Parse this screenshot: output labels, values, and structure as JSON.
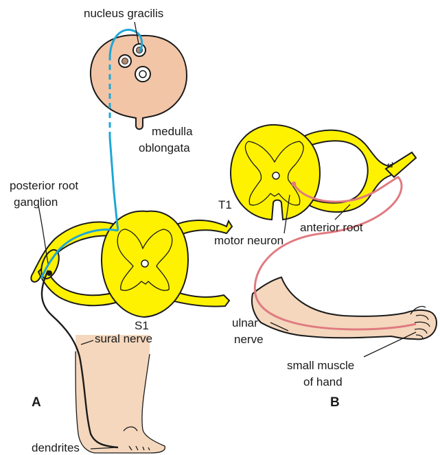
{
  "labels": {
    "nucleus_gracilis": "nucleus gracilis",
    "medulla_line1": "medulla",
    "medulla_line2": "oblongata",
    "posterior_root_line1": "posterior root",
    "posterior_root_line2": "ganglion",
    "s1": "S1",
    "t1": "T1",
    "sural_nerve": "sural nerve",
    "dendrites": "dendrites",
    "anterior_root": "anterior root",
    "motor_neuron": "motor neuron",
    "ulnar_line1": "ulnar",
    "ulnar_line2": "nerve",
    "small_muscle_line1": "small muscle",
    "small_muscle_line2": "of hand",
    "panel_a": "A",
    "panel_b": "B",
    "signature": "td"
  },
  "colors": {
    "white_matter": "#fff200",
    "gray_matter": "#c9b23a",
    "medulla": "#f2c5a7",
    "skin": "#f4d7bd",
    "sensory_pathway": "#1ea6d6",
    "motor_pathway": "#e07a80",
    "outline": "#1a1a1a"
  }
}
